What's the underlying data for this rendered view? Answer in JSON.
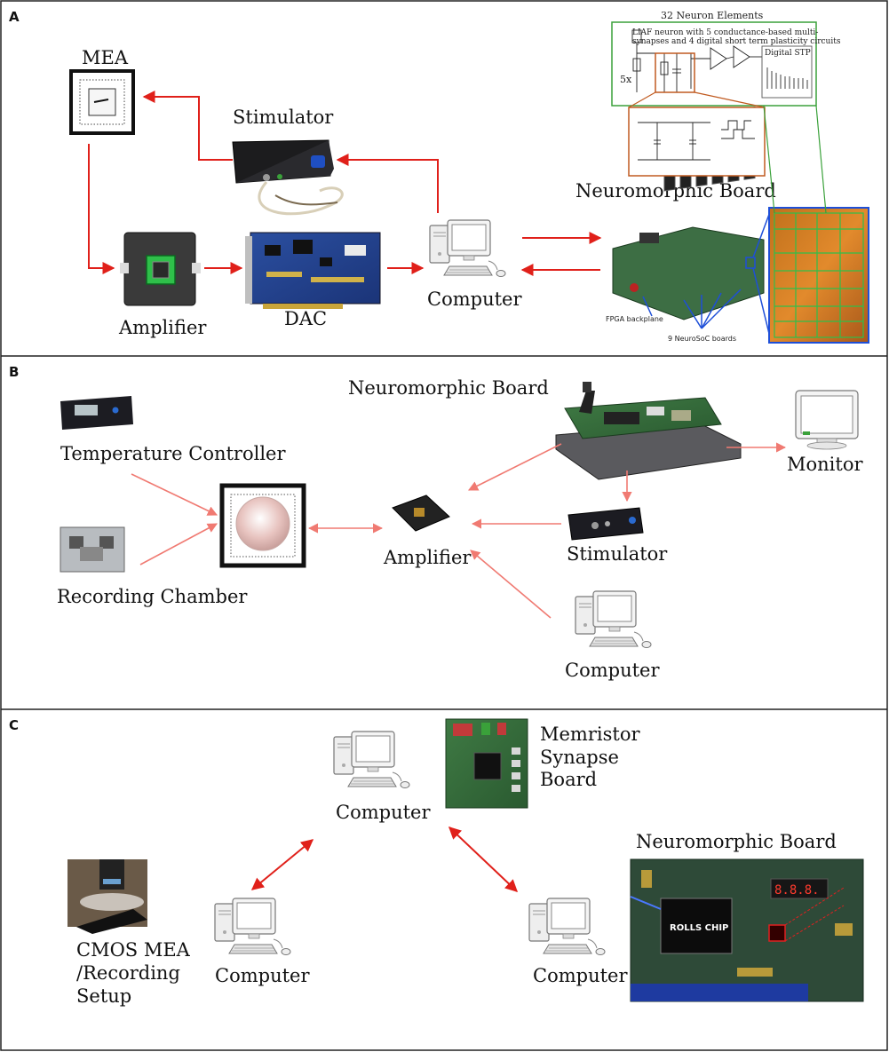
{
  "panels": {
    "a": {
      "letter": "A",
      "labels": {
        "mea": "MEA",
        "stimulator": "Stimulator",
        "amplifier": "Amplifier",
        "dac": "DAC",
        "computer": "Computer",
        "neuromorphic_board": "Neuromorphic Board"
      },
      "schematic": {
        "title": "32 Neuron Elements",
        "desc_line1": "LIAF neuron with 5 conductance-based multi-",
        "desc_line2": "synapses and 4 digital short term plasticity circuits",
        "multiplier": "5x",
        "stp_label": "Digital STP"
      },
      "callouts": {
        "fpga": "FPGA backplane",
        "neurosoc": "9 NeuroSoC boards"
      }
    },
    "b": {
      "letter": "B",
      "labels": {
        "temperature_controller": "Temperature Controller",
        "recording_chamber": "Recording Chamber",
        "neuromorphic_board": "Neuromorphic Board",
        "monitor": "Monitor",
        "amplifier": "Amplifier",
        "stimulator": "Stimulator",
        "computer": "Computer"
      }
    },
    "c": {
      "letter": "C",
      "labels": {
        "computer_top": "Computer",
        "memristor_line1": "Memristor",
        "memristor_line2": "Synapse",
        "memristor_line3": "Board",
        "neuromorphic_board": "Neuromorphic Board",
        "cmos_line1": "CMOS MEA",
        "cmos_line2": "/Recording",
        "cmos_line3": "Setup",
        "computer_left": "Computer",
        "computer_right": "Computer",
        "chip_name": "ROLLS CHIP"
      }
    }
  },
  "colors": {
    "arrow_dark": "#e0201a",
    "arrow_light": "#f07a72",
    "border": "#222222",
    "green_box": "#3aa13a",
    "orange_box": "#c05a20",
    "blue_callout": "#1e4fd8"
  },
  "icons": [
    "computer-icon",
    "monitor-icon",
    "chip-icon",
    "board-icon",
    "microscope-icon"
  ]
}
